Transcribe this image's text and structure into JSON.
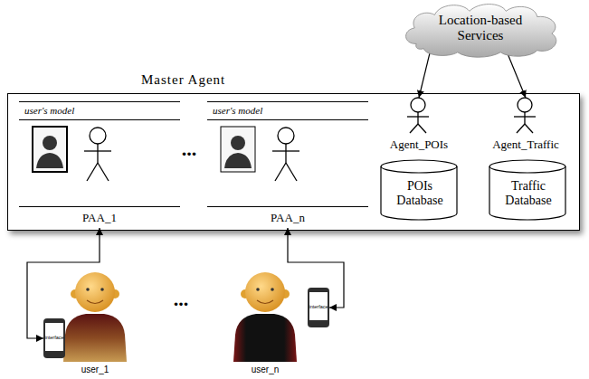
{
  "diagram": {
    "nodes": [
      {
        "text": [
          "Location-based Services"
        ]
      },
      {
        "text": [
          "Master Agent"
        ]
      },
      {
        "text": [
          "user's model",
          "PAA_1"
        ],
        "in": 1
      },
      {
        "text": [
          "user's model",
          "PAA_n"
        ],
        "in": 1
      },
      {
        "text": [
          "Agent_POIs"
        ],
        "in": 1
      },
      {
        "text": [
          "POIs Database"
        ],
        "in": 1
      },
      {
        "text": [
          "Agent_Traffic"
        ],
        "in": 1
      },
      {
        "text": [
          "Traffic Database"
        ],
        "in": 1
      },
      {
        "text": [
          "interface"
        ]
      },
      {
        "text": [
          "interface"
        ]
      }
    ],
    "edges": [
      {
        "from": 0,
        "to": 4,
        "arrow": "to"
      },
      {
        "from": 0,
        "to": 6,
        "arrow": "to"
      },
      {
        "from": 2,
        "to": 8,
        "arrow": "both"
      },
      {
        "from": 3,
        "to": 9,
        "arrow": "both"
      }
    ],
    "labels": [
      "...",
      "...",
      "user_1",
      "user_n"
    ]
  }
}
